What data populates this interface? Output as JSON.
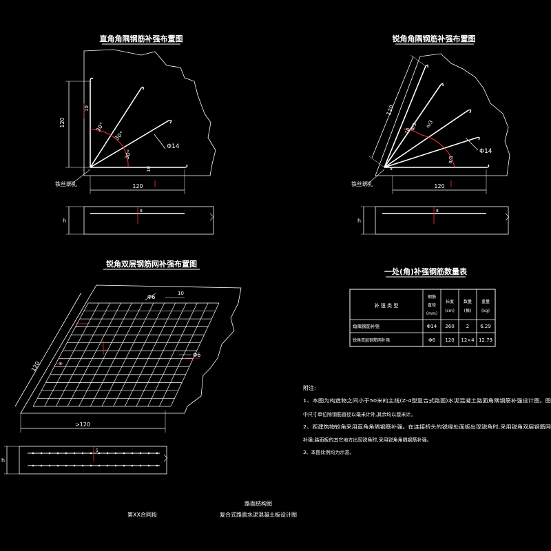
{
  "drawings": {
    "right_angle": {
      "title": "直角角隅钢筋补强布置图",
      "dim_vertical": "120",
      "dim_horizontal": "120",
      "dim_10": "10",
      "angle_30a": "30°",
      "angle_30b": "30°",
      "angle_30c": "30°",
      "bar_dia": "Φ14",
      "label_10b": "10",
      "tie_label": "铁丝绑扎",
      "section_h": "h",
      "section_dim": "8"
    },
    "acute_angle": {
      "title": "锐角角隅钢筋补强布置图",
      "dim_vertical": "120",
      "dim_horizontal": "120",
      "dim_10": "10",
      "angle_a": "α/3",
      "angle_b": "α/3",
      "angle_c": "α/3",
      "bar_dia": "Φ14",
      "label_a": "α",
      "tie_label": "铁丝绑扎",
      "section_h": "h",
      "section_dim": "8"
    },
    "mesh": {
      "title": "锐角双层钢筋网补强布置图",
      "dia_top": "Φ6",
      "dim_top": "10",
      "dia_right": "Φ6",
      "dim_side": "120",
      "dim_bottom": ">120",
      "dim_small": "8",
      "section_h": "h",
      "section_dim": "5"
    }
  },
  "table": {
    "title": "一处(角)补强钢筋数量表",
    "headers": {
      "type": "补 强 类 型",
      "dia_l1": "钢筋",
      "dia_l2": "直径",
      "dia_l3": "(mm)",
      "len_l1": "长度",
      "len_l2": "(cm)",
      "qty_l1": "数量",
      "qty_l2": "(根)",
      "wt_l1": "重量",
      "wt_l2": "(kg)"
    },
    "rows": [
      {
        "type": "角隅钢筋补强",
        "dia": "Φ14",
        "len": "260",
        "qty": "2",
        "wt": "6.29"
      },
      {
        "type": "锐角双层钢筋网补强",
        "dia": "Φ6",
        "len": "120",
        "qty": "12×4",
        "wt": "12.79"
      }
    ]
  },
  "notes": {
    "heading": "附注:",
    "line1": "1、本图为构造物之间小于50米的主线(Z-4型复合式路面)水泥混凝土路面角隅钢筋补强设计图。图",
    "line2": "中尺寸单位除钢筋直径以毫米计外,其余均以厘米计。",
    "line3": "2、距建筑物较角采用直角角隅钢筋补强。在连接桥头的锐缘处面板出现锐角时,采用锐角双层钢筋网",
    "line4": "补强;路面板的其它地方出现锐角时,采用锐角角隅钢筋补强。",
    "line5": "3、本图比例均为示意。"
  },
  "title_block": {
    "line1": "路面结构图",
    "left": "第XX合同段",
    "right": "复合式路面水泥混凝土板设计图"
  }
}
